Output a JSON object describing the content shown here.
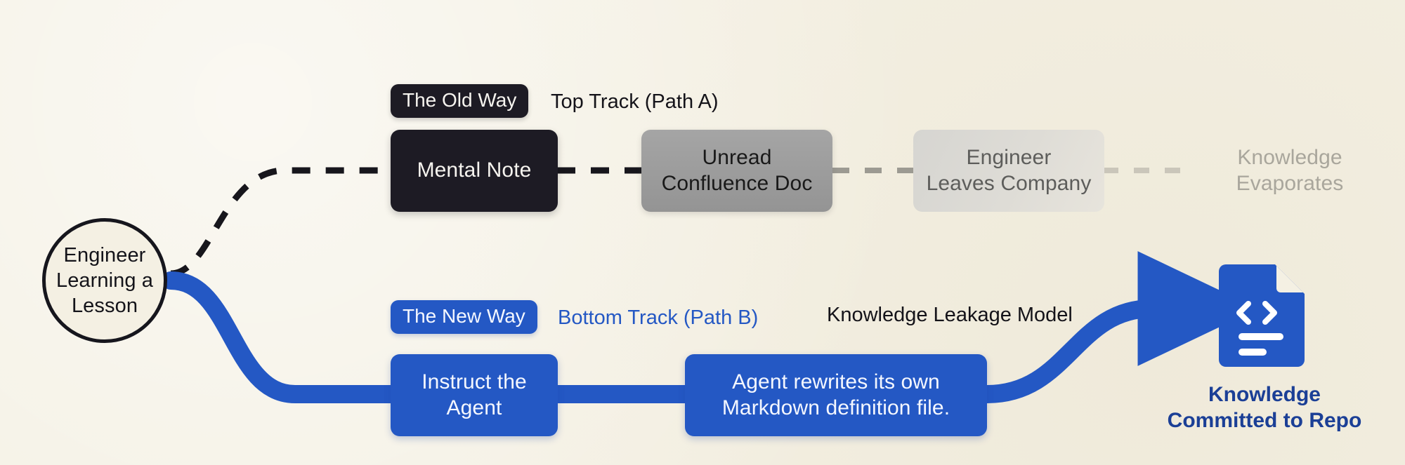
{
  "diagram": {
    "title": "Knowledge Leakage Model",
    "background_color": "#f4f0e3",
    "accent_blue": "#2458c4",
    "dark": "#1d1b24"
  },
  "origin": {
    "label": "Engineer\nLearning a\nLesson",
    "line1": "Engineer",
    "line2": "Learning a",
    "line3": "Lesson",
    "shape": "circle"
  },
  "top_track": {
    "badge": "The Old Way",
    "title": "Top Track (Path A)",
    "connector_style": "dashed",
    "nodes": [
      {
        "id": "mental-note",
        "label": "Mental Note",
        "style": "dark",
        "opacity": 1.0
      },
      {
        "id": "unread-confluence-doc",
        "line1": "Unread",
        "line2": "Confluence Doc",
        "style": "gray",
        "opacity": 0.85
      },
      {
        "id": "engineer-leaves-company",
        "line1": "Engineer",
        "line2": "Leaves Company",
        "style": "faded-gray",
        "opacity": 0.55
      },
      {
        "id": "knowledge-evaporates",
        "line1": "Knowledge",
        "line2": "Evaporates",
        "style": "ghost",
        "opacity": 0.3
      }
    ]
  },
  "bottom_track": {
    "badge": "The New Way",
    "title": "Bottom Track (Path B)",
    "model_label": "Knowledge Leakage Model",
    "connector_style": "solid",
    "nodes": [
      {
        "id": "instruct-the-agent",
        "line1": "Instruct the",
        "line2": "Agent",
        "style": "blue"
      },
      {
        "id": "agent-rewrites-markdown",
        "line1": "Agent rewrites its own",
        "line2": "Markdown definition file.",
        "style": "blue"
      }
    ],
    "outcome": {
      "icon": "code-document-icon",
      "caption_line1": "Knowledge",
      "caption_line2": "Committed to Repo",
      "color": "#1b3f96"
    }
  }
}
